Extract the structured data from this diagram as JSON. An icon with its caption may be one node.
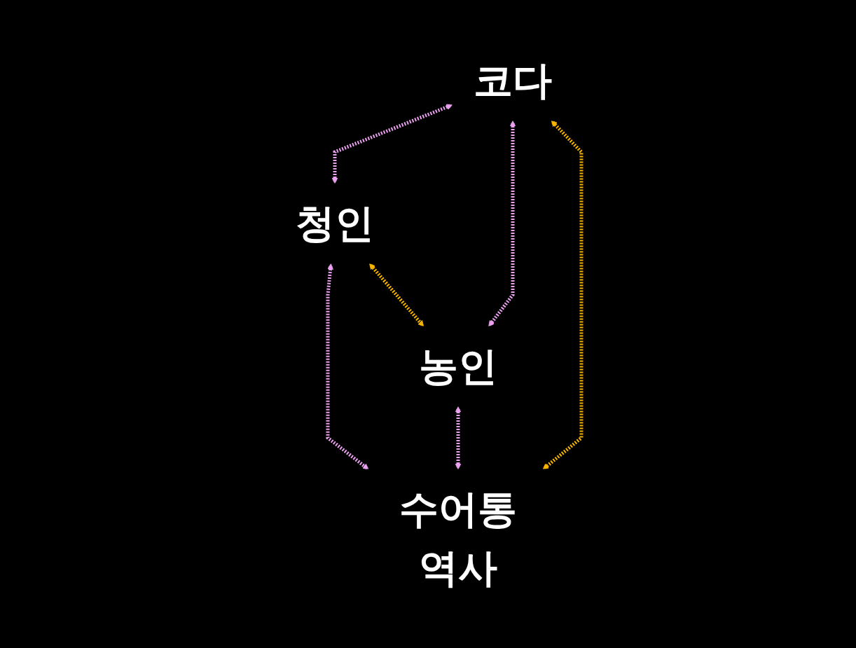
{
  "diagram": {
    "nodes": [
      {
        "text": [
          "코다"
        ]
      },
      {
        "text": [
          "청인"
        ]
      },
      {
        "text": [
          "농인"
        ]
      },
      {
        "text": [
          "수어통역사"
        ]
      }
    ],
    "edges": [
      {
        "from": 0,
        "to": 1,
        "arrow": "both",
        "style": "dashed"
      },
      {
        "from": 0,
        "to": 2,
        "arrow": "both",
        "style": "dashed"
      },
      {
        "from": 1,
        "to": 3,
        "arrow": "both",
        "style": "dashed"
      },
      {
        "from": 2,
        "to": 3,
        "arrow": "both",
        "style": "dashed"
      },
      {
        "from": 0,
        "to": 3,
        "arrow": "both",
        "style": "dashed",
        "color": "#f5b400"
      },
      {
        "from": 1,
        "to": 2,
        "arrow": "both",
        "style": "dashed",
        "color": "#f5b400"
      }
    ]
  }
}
